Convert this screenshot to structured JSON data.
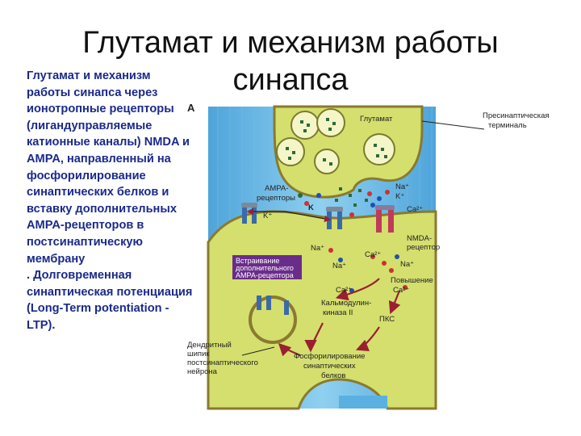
{
  "slide": {
    "title": "Глутамат и механизм работы синапса",
    "description_main": "Глутамат и механизм работы синапса через ионотропные рецепторы (лигандуправляемые катионные каналы) NMDA и AMPA, направленный на фосфорилирование синаптических белков и вставку дополнительных AMPA-рецепторов в постсинаптическую мембрану",
    "description_tail": ". Долговременная синаптическая потенциация (Long-Term potentiation - LTP)."
  },
  "diagram": {
    "panel_letter": "A",
    "labels": {
      "glutamate": "Глутамат",
      "presynaptic_1": "Пресинаптическая",
      "presynaptic_2": "терминаль",
      "ampa_1": "AMPA-",
      "ampa_2": "рецепторы",
      "k_plus_1": "K⁺",
      "k_big": "K",
      "na_plus_top": "Na⁺",
      "k_plus_2": "K⁺",
      "ca_top": "Ca²⁺",
      "nmda_1": "NMDA-",
      "nmda_2": "рецептор",
      "na_left": "Na⁺",
      "na_mid": "Na⁺",
      "ca_mid": "Ca²⁺",
      "na_right": "Na⁺",
      "increase": "Повышение",
      "insertion_1": "Встраивание",
      "insertion_2": "дополнительного",
      "insertion_3": "AMPA-рецептора",
      "ca_low": "Ca²⁺",
      "ca_right": "Ca²⁺",
      "camk_1": "Кальмодулин-",
      "camk_2": "киназа II",
      "pkc": "ПКС",
      "spine_1": "Дендритный",
      "spine_2": "шипик",
      "spine_3": "постсинаптического",
      "spine_4": "нейрона",
      "phospho_1": "Фосфорилирование",
      "phospho_2": "синаптических",
      "phospho_3": "белков"
    },
    "colors": {
      "background": "#5ab0e0",
      "cell": "#d4df6e",
      "membrane": "#8a7a2e",
      "arrow": "#9a2030",
      "box": "#6a2c8a",
      "text": "#1a2a8a"
    }
  }
}
